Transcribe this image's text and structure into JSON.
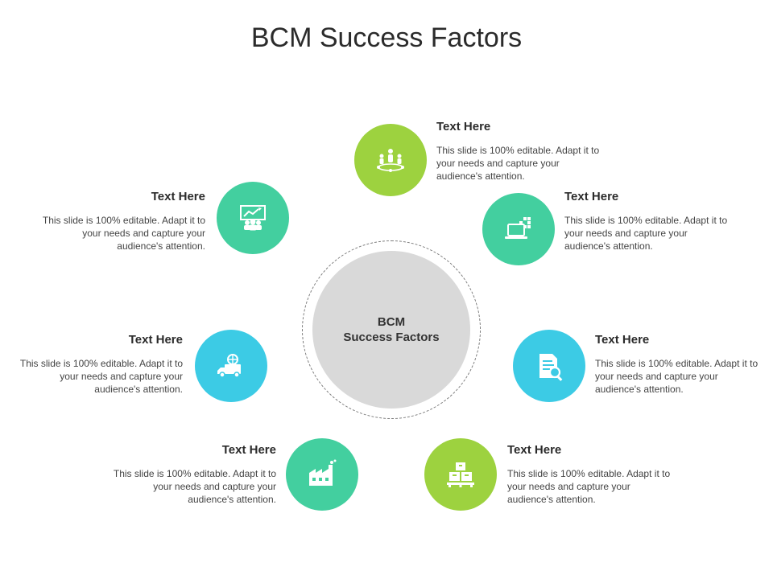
{
  "title": "BCM Success Factors",
  "center": {
    "line1": "BCM",
    "line2": "Success Factors"
  },
  "colors": {
    "green": "#9dd23f",
    "teal": "#43cf9f",
    "cyan": "#3ccbe5",
    "hub": "#d9d9d9"
  },
  "factors": [
    {
      "heading": "Text Here",
      "body": "This slide is 100% editable. Adapt it to your needs and capture your audience's attention.",
      "icon": "team-network-icon"
    },
    {
      "heading": "Text Here",
      "body": "This slide is 100% editable. Adapt it to your needs and capture your audience's attention.",
      "icon": "laptop-data-icon"
    },
    {
      "heading": "Text Here",
      "body": "This slide is 100% editable. Adapt it to your needs and capture your audience's attention.",
      "icon": "document-search-icon"
    },
    {
      "heading": "Text Here",
      "body": "This slide is 100% editable. Adapt it to your needs and capture your audience's attention.",
      "icon": "boxes-pallet-icon"
    },
    {
      "heading": "Text Here",
      "body": "This slide is 100% editable. Adapt it to your needs and capture your audience's attention.",
      "icon": "factory-icon"
    },
    {
      "heading": "Text Here",
      "body": "This slide is 100% editable. Adapt it to your needs and capture your audience's attention.",
      "icon": "delivery-truck-icon"
    },
    {
      "heading": "Text Here",
      "body": "This slide is 100% editable. Adapt it to your needs and capture your audience's attention.",
      "icon": "presentation-board-icon"
    }
  ]
}
